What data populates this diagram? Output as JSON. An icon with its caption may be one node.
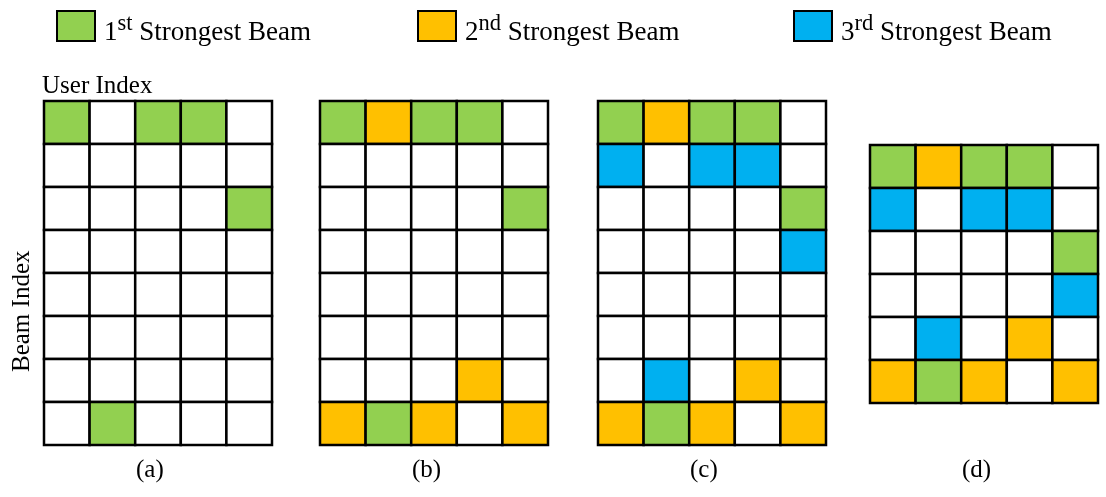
{
  "diagram": {
    "labels": [
      "User Index",
      "Beam Index",
      "(a)",
      "(b)",
      "(c)",
      "(d)"
    ],
    "legend": [
      {
        "text": "1$^{st}$ Strongest Beam",
        "color": "#92d050"
      },
      {
        "text": "2$^{nd}$ Strongest Beam",
        "color": "#ffc000"
      },
      {
        "text": "3$^{rd}$ Strongest Beam",
        "color": "#00b0f0"
      }
    ]
  }
}
